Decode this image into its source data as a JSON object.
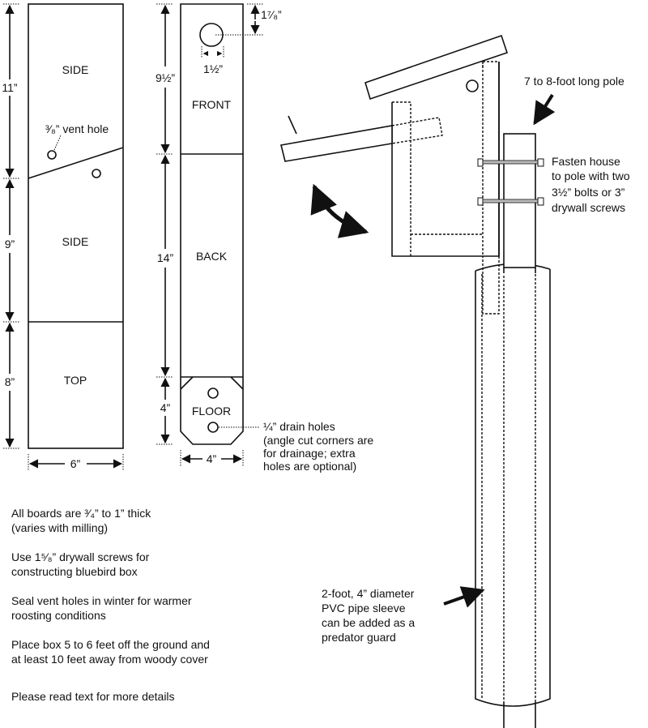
{
  "boards": {
    "side_upper": "SIDE",
    "side_lower": "SIDE",
    "top": "TOP",
    "front": "FRONT",
    "back": "BACK",
    "floor": "FLOOR"
  },
  "dimensions": {
    "side_upper": "11”",
    "side_lower": "9”",
    "top": "8”",
    "side_width": "6”",
    "front": "9½”",
    "back": "14”",
    "floor": "4”",
    "front_width": "4”",
    "entrance_height": "1⁷⁄₈”",
    "entrance_diameter": "1½”"
  },
  "callouts": {
    "vent_hole": "³⁄₈” vent hole",
    "drain_holes": [
      "¼” drain holes",
      "(angle cut corners are",
      "for drainage; extra",
      "holes are optional)"
    ],
    "pole": "7 to 8-foot long pole",
    "fasten": [
      "Fasten house",
      "to pole with two",
      "3½” bolts or 3”",
      "drywall screws"
    ],
    "pvc": [
      "2-foot, 4” diameter",
      "PVC pipe sleeve",
      "can be added as a",
      "predator guard"
    ]
  },
  "notes": [
    [
      "All boards are ³⁄₄” to 1” thick",
      "(varies with milling)"
    ],
    [
      "Use 1⁵⁄₈” drywall screws for",
      "constructing bluebird box"
    ],
    [
      "Seal vent holes in winter for warmer",
      "roosting conditions"
    ],
    [
      "Place box 5 to 6 feet off the ground and",
      "at least 10 feet away from woody cover"
    ],
    [
      "Please read text for more details"
    ]
  ]
}
